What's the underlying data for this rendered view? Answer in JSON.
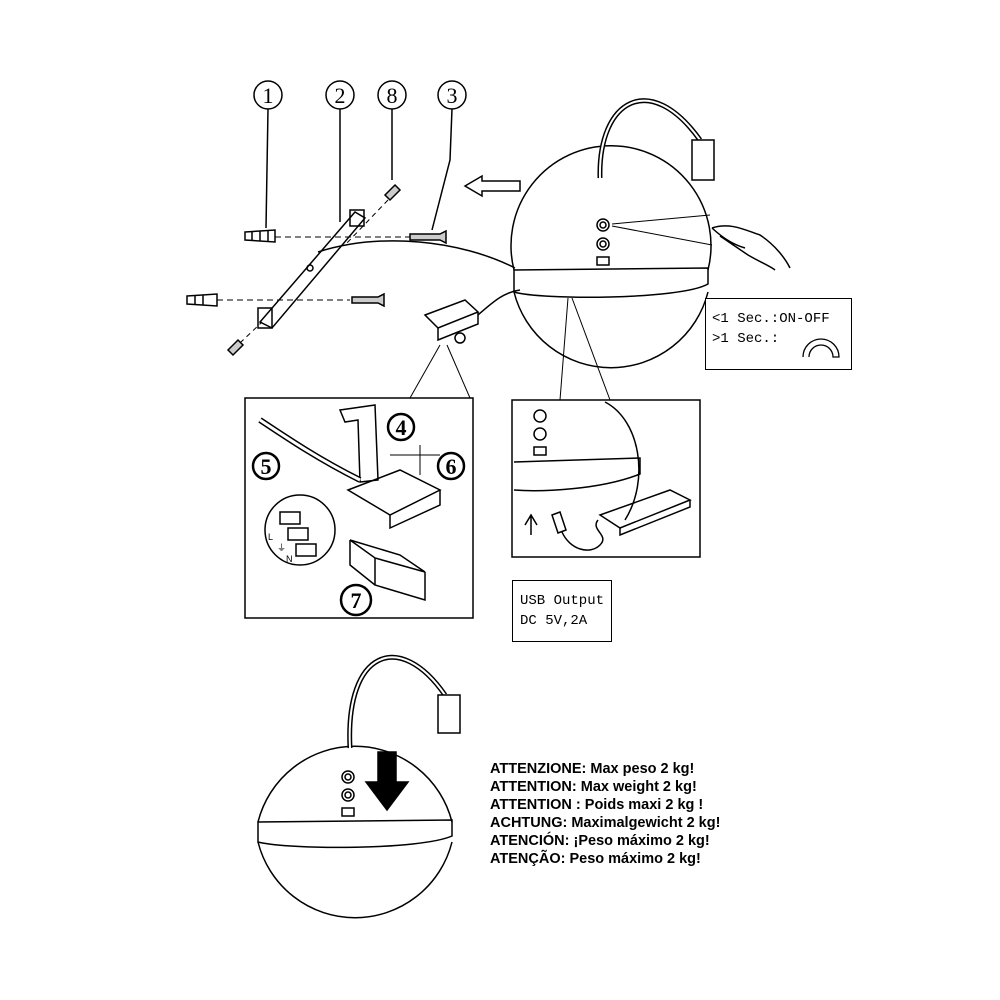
{
  "callouts": [
    "1",
    "2",
    "8",
    "3",
    "4",
    "5",
    "6",
    "7"
  ],
  "button_info": {
    "short_press": "<1 Sec.:ON-OFF",
    "long_press": ">1 Sec.:",
    "long_press_icon": "dimming-arc-icon"
  },
  "usb_info": {
    "line1": "USB Output",
    "line2": "DC 5V,2A"
  },
  "warnings": [
    "ATTENZIONE: Max peso 2 kg!",
    "ATTENTION: Max weight 2 kg!",
    "ATTENTION : Poids maxi 2 kg !",
    "ACHTUNG: Maximalgewicht 2 kg!",
    "ATENCIÓN: ¡Peso máximo 2 kg!",
    "ATENÇÃO: Peso máximo 2 kg!"
  ],
  "wire_labels": [
    "L",
    "⏚",
    "N"
  ]
}
